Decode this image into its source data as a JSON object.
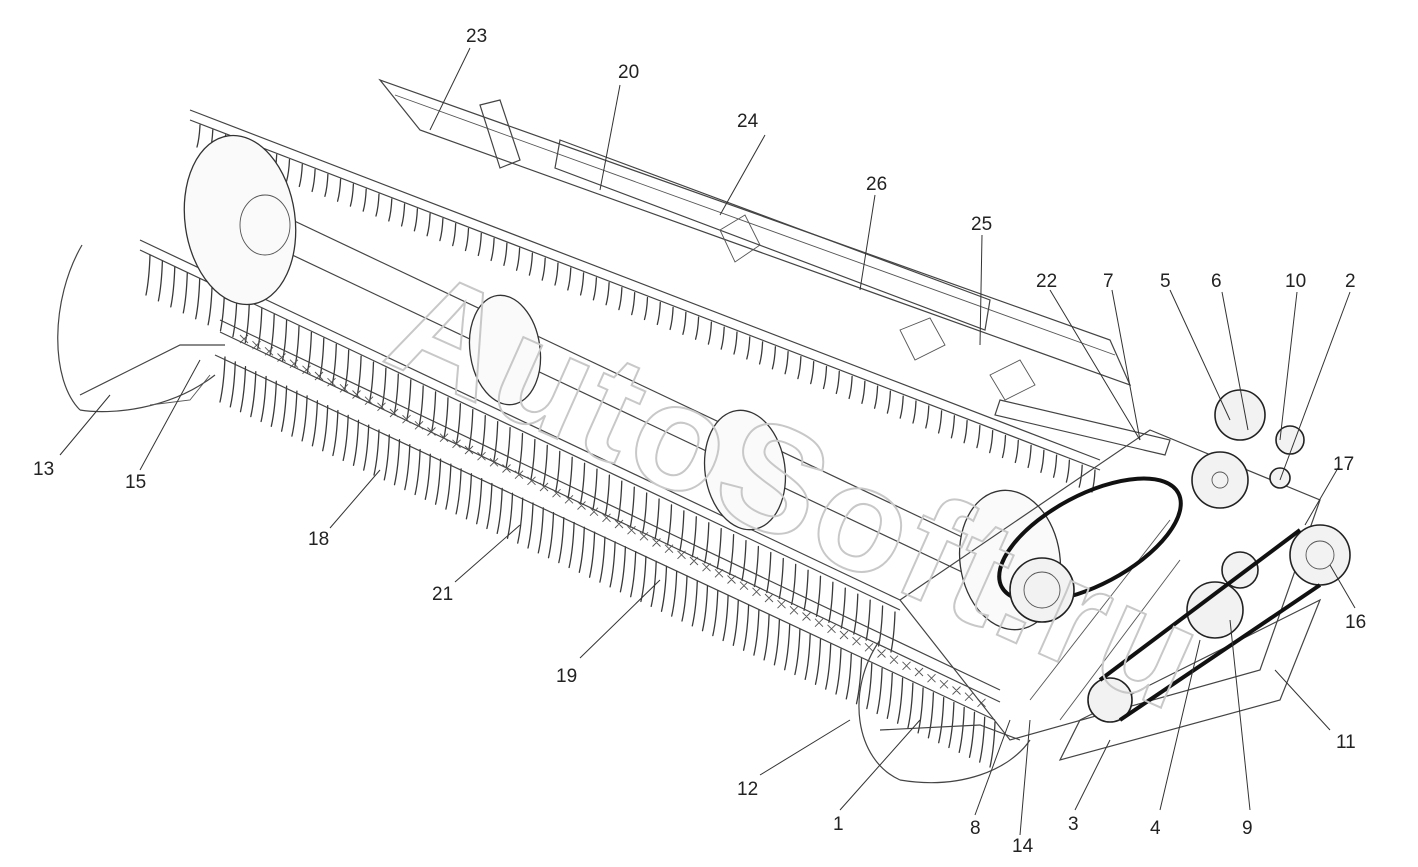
{
  "diagram": {
    "watermark": "AutoSoft.ru",
    "callouts": [
      "1",
      "2",
      "3",
      "4",
      "5",
      "6",
      "7",
      "8",
      "9",
      "10",
      "11",
      "12",
      "13",
      "14",
      "15",
      "16",
      "17",
      "18",
      "19",
      "20",
      "21",
      "22",
      "23",
      "24",
      "25",
      "26"
    ]
  }
}
